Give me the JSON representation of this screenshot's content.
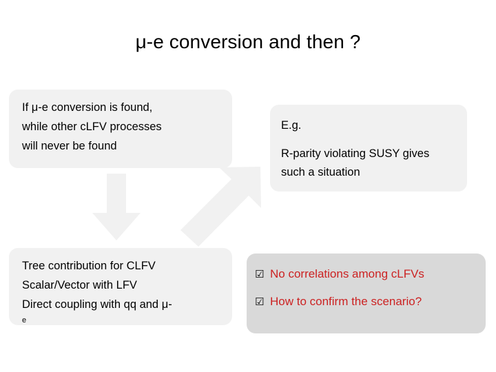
{
  "slide": {
    "title": "μ-e conversion and then ?",
    "background_color": "#FFFFFF",
    "box_fill": "#F1F1F1",
    "box_fill_shaded": "#D9D9D9",
    "accent_red": "#CC2222"
  },
  "box_if_found": {
    "line1": "If μ-e conversion is found,",
    "line2": "while other cLFV processes",
    "line3": "will never be found"
  },
  "box_eg": {
    "label": "E.g.",
    "line1": "R-parity violating SUSY gives",
    "line2": "such a situation"
  },
  "box_tree": {
    "line1": "Tree contribution for CLFV",
    "line2": "Scalar/Vector with LFV",
    "line3": "Direct coupling with qq and μ-",
    "line4": "e"
  },
  "box_questions": {
    "items": [
      {
        "marker": "☑",
        "text": "No correlations among cLFVs"
      },
      {
        "marker": "☑",
        "text": "How to confirm the scenario?"
      }
    ]
  },
  "arrows": {
    "down": {
      "name": "down-arrow",
      "color": "#F1F1F1"
    },
    "diagonal": {
      "name": "diagonal-up-right-arrow",
      "color": "#F1F1F1"
    }
  }
}
